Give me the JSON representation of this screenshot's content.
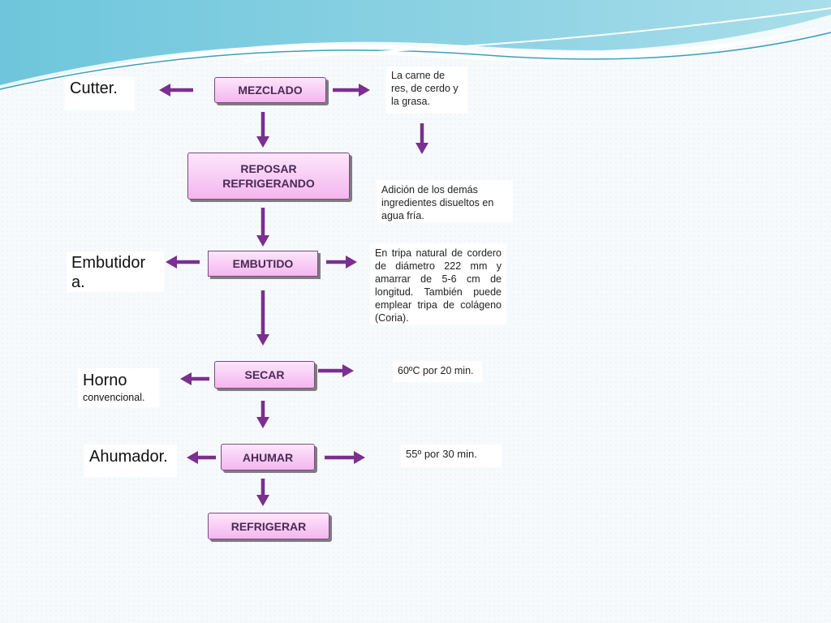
{
  "steps": {
    "mezclado": "MEZCLADO",
    "reposar_line1": "REPOSAR",
    "reposar_line2": "REFRIGERANDO",
    "embutido": "EMBUTIDO",
    "secar": "SECAR",
    "ahumar": "AHUMAR",
    "refrigerar": "REFRIGERAR"
  },
  "equipment": {
    "cutter": "Cutter.",
    "embutidora": "Embutidora.",
    "horno": "Horno",
    "horno_sub": "convencional.",
    "ahumador": "Ahumador."
  },
  "notes": {
    "ingredients": "La carne de res, de cerdo y la grasa.",
    "adicion": "Adición de los demás ingredientes disueltos en agua fría.",
    "tripa": "En tripa natural de cordero de diámetro 222 mm y amarrar de 5-6 cm de longitud. También puede emplear tripa de colágeno (Coria).",
    "secar_cond": "60ºC por 20 min.",
    "ahumar_cond": "55º por 30 min."
  },
  "colors": {
    "arrow": "#7b2f8f",
    "step_fill": "#f4b6ef",
    "step_text": "#4a2a55",
    "wave_top": "#5fbfd9"
  }
}
